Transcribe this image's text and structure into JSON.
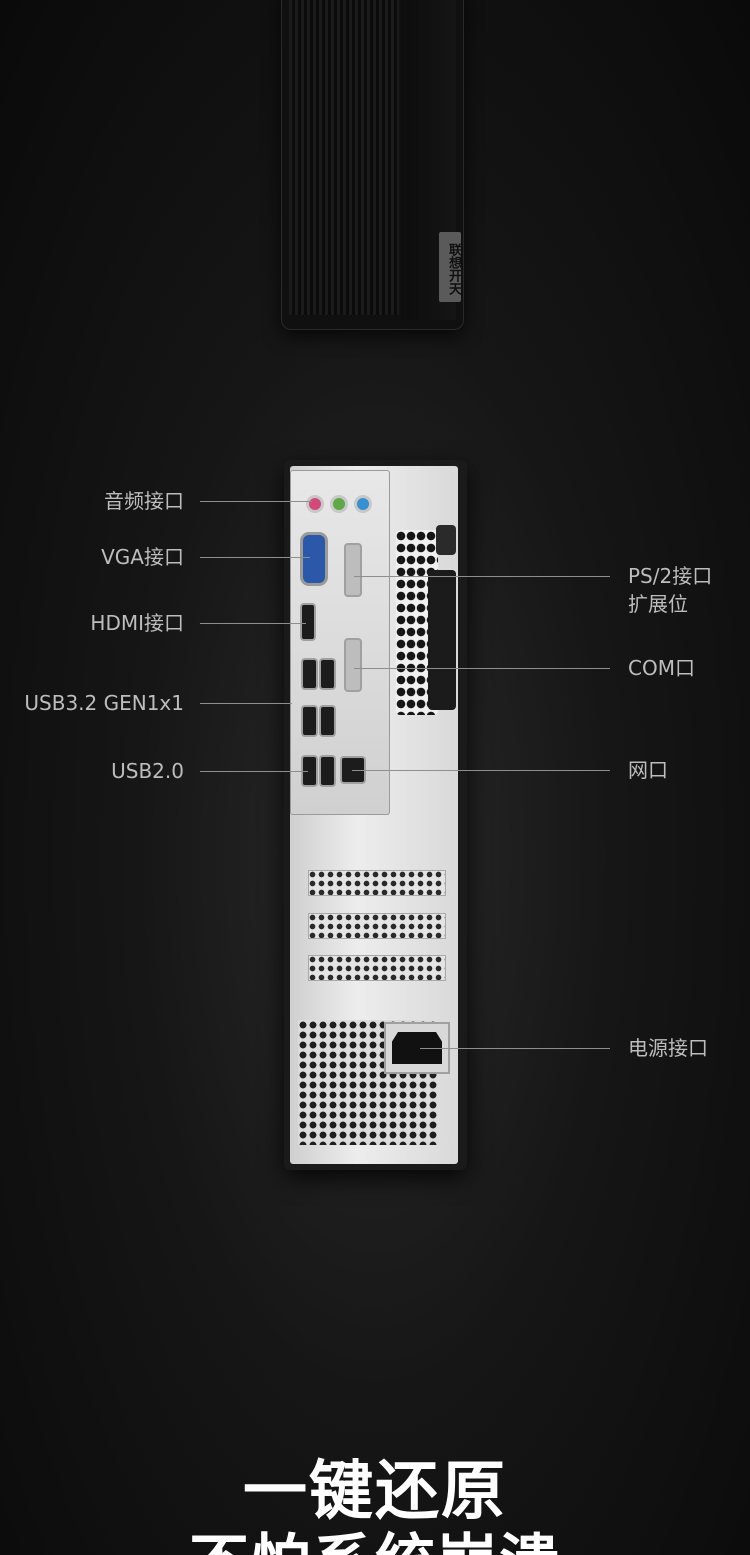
{
  "product": {
    "brand_tag": "联想开天"
  },
  "callouts": {
    "left": [
      {
        "id": "audio",
        "label": "音频接口"
      },
      {
        "id": "vga",
        "label": "VGA接口"
      },
      {
        "id": "hdmi",
        "label": "HDMI接口"
      },
      {
        "id": "usb32",
        "label": "USB3.2 GEN1x1"
      },
      {
        "id": "usb20",
        "label": "USB2.0"
      }
    ],
    "right": [
      {
        "id": "ps2",
        "label": "PS/2接口",
        "label2": "扩展位"
      },
      {
        "id": "com",
        "label": "COM口"
      },
      {
        "id": "lan",
        "label": "网口"
      },
      {
        "id": "power",
        "label": "电源接口"
      }
    ]
  },
  "headline": {
    "line1": "一键还原",
    "line2": "不怕系统崩溃"
  },
  "colors": {
    "background": "#111111",
    "label": "#bdbdbd",
    "headline": "#ffffff",
    "audio_pink": "#d14a7a",
    "audio_green": "#5fa84a",
    "audio_blue": "#3a8fd0",
    "vga_blue": "#2b58a8"
  }
}
